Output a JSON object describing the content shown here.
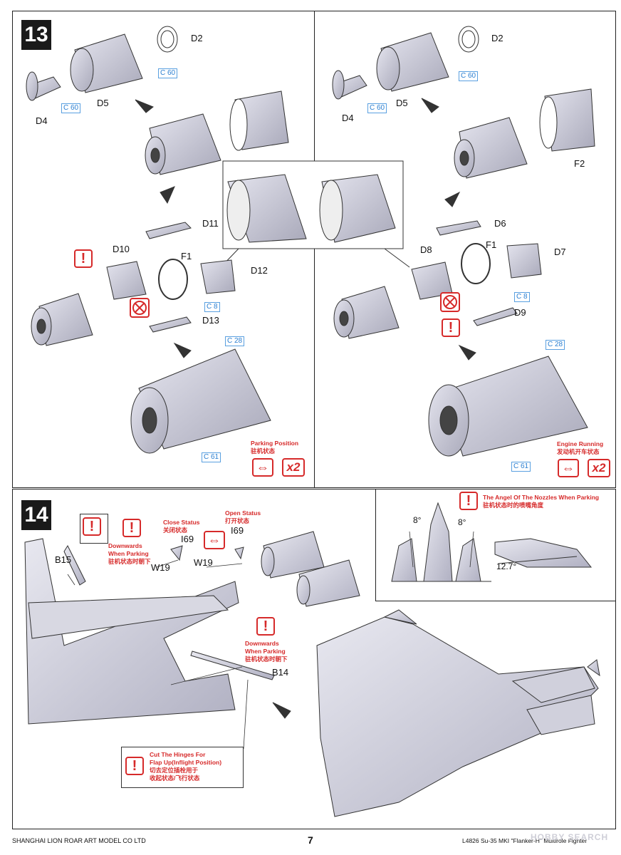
{
  "step13": {
    "number": "13",
    "left": {
      "labels": {
        "d2": "D2",
        "d5": "D5",
        "d4": "D4",
        "d11": "D11",
        "d10": "D10",
        "f1": "F1",
        "d12": "D12",
        "d13": "D13"
      },
      "crefs": {
        "c60a": "C 60",
        "c60b": "C 60",
        "c8": "C 8",
        "c28": "C 28",
        "c61": "C 61"
      },
      "note": {
        "line1": "Parking Position",
        "line2": "驻机状态"
      },
      "repeat": "x2"
    },
    "right": {
      "labels": {
        "d2": "D2",
        "d5": "D5",
        "d4": "D4",
        "f2": "F2",
        "d6": "D6",
        "d8": "D8",
        "f1": "F1",
        "d7": "D7",
        "d9": "D9"
      },
      "crefs": {
        "c60a": "C 60",
        "c60b": "C 60",
        "c8": "C 8",
        "c28": "C 28",
        "c61": "C 61"
      },
      "note": {
        "line1": "Engine Running",
        "line2": "发动机开车状态"
      },
      "repeat": "x2"
    }
  },
  "step14": {
    "number": "14",
    "labels": {
      "b15": "B15",
      "i69a": "I69",
      "i69b": "I69",
      "w19a": "W19",
      "w19b": "W19",
      "b14": "B14"
    },
    "notes": {
      "downwards1": {
        "line1": "Downwards",
        "line2": "When Parking",
        "line3": "驻机状态时朝下"
      },
      "close": {
        "line1": "Close Status",
        "line2": "关闭状态"
      },
      "open": {
        "line1": "Open Status",
        "line2": "打开状态"
      },
      "downwards2": {
        "line1": "Downwards",
        "line2": "When Parking",
        "line3": "驻机状态时朝下"
      },
      "hinges": {
        "line1": "Cut The Hinges For",
        "line2": "Flap Up(Inflight Position)",
        "line3": "切去定位插栓用于",
        "line4": "收起状态/飞行状态"
      }
    },
    "inset": {
      "title1": "The Angel Of The Nozzles When Parking",
      "title2": "驻机状态时的喷嘴角度",
      "angle_left": "8°",
      "angle_right": "8°",
      "angle_side": "12.7°"
    }
  },
  "footer": {
    "company": "SHANGHAI LION ROAR ART MODEL CO LTD",
    "page": "7",
    "product": "L4826 Su-35 MKI \"Flanker-H\" Multirole Fighter",
    "watermark": "HOBBY SEARCH"
  },
  "colors": {
    "accent_red": "#d62a2a",
    "ref_blue": "#2b7fd1",
    "part_grey": "#c9c9d6"
  }
}
